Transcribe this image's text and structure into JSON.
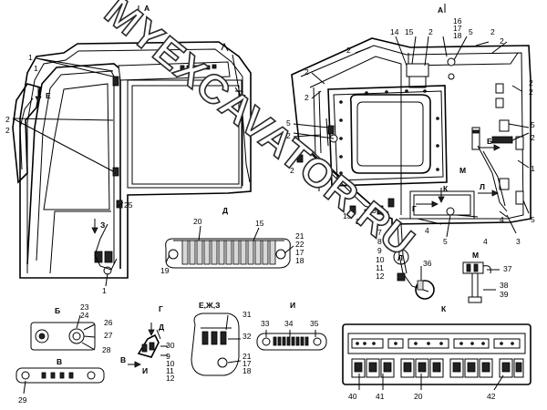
{
  "watermark": {
    "text": "MYEXCAVATOR.RU"
  },
  "views": {
    "a_top": "А",
    "a_right": "А",
    "d": "Д",
    "b": "Б",
    "g": "Г",
    "ezh_z": "Е,Ж,З",
    "i": "И",
    "m": "М",
    "v": "В",
    "e": "Е",
    "zh": "Ж",
    "z": "З",
    "l": "Л",
    "k": "К",
    "arrow_b": "Б",
    "arrow_l": "Л",
    "arrow_m": "М",
    "arrow_k": "К",
    "arrow_g": "Г",
    "arrow_d": "Д",
    "arrow_i": "И",
    "arrow_v": "В",
    "circle_l": "Л",
    "circle_k": "К"
  },
  "callouts": {
    "n1a": "1",
    "n1b": "1",
    "n1c": "1",
    "n2a": "2",
    "n2b": "2",
    "n2c": "2",
    "n2d": "2",
    "n2e": "2",
    "n2f": "2",
    "n2g": "2",
    "n2h": "2",
    "n2i": "2",
    "n2j": "2",
    "n2k": "2",
    "n2l": "2",
    "n2m": "2",
    "n3a": "3",
    "n3b": "3",
    "n4a": "4",
    "n4b": "4",
    "n4c": "4",
    "n5a": "5",
    "n5b": "5",
    "n5c": "5",
    "n5d": "5",
    "n5e": "5",
    "n5f": "5",
    "n5g": "5",
    "n6": "6",
    "n7": "7",
    "n8": "8",
    "n9a": "9",
    "n9b": "9",
    "n10a": "10",
    "n10b": "10",
    "n11a": "11",
    "n11b": "11",
    "n12a": "12",
    "n12b": "12",
    "n13": "13",
    "n14": "14",
    "n15a": "15",
    "n15b": "15",
    "n16": "16",
    "n17a": "17",
    "n17b": "17",
    "n17c": "17",
    "n18a": "18",
    "n18b": "18",
    "n18c": "18",
    "n19": "19",
    "n20a": "20",
    "n20b": "20",
    "n21a": "21",
    "n21b": "21",
    "n22": "22",
    "n23": "23",
    "n24": "24",
    "n25": "25",
    "n26": "26",
    "n27": "27",
    "n28": "28",
    "n29": "29",
    "n30": "30",
    "n31": "31",
    "n32": "32",
    "n33": "33",
    "n34": "34",
    "n35": "35",
    "n36": "36",
    "n37": "37",
    "n38": "38",
    "n39": "39",
    "n40": "40",
    "n41": "41",
    "n42": "42"
  }
}
